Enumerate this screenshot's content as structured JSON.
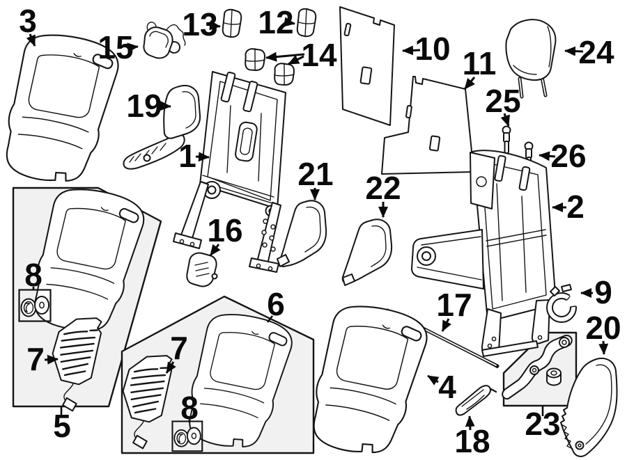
{
  "diagram": {
    "type": "exploded-parts-diagram",
    "subject": "vehicle seat back components",
    "colors": {
      "background": "#ffffff",
      "line": "#141414",
      "group_box_fill": "#f1f1f1"
    },
    "callouts": [
      {
        "n": "1"
      },
      {
        "n": "2"
      },
      {
        "n": "3"
      },
      {
        "n": "4"
      },
      {
        "n": "5"
      },
      {
        "n": "6"
      },
      {
        "n": "7"
      },
      {
        "n": "7"
      },
      {
        "n": "8"
      },
      {
        "n": "8"
      },
      {
        "n": "9"
      },
      {
        "n": "10"
      },
      {
        "n": "11"
      },
      {
        "n": "12"
      },
      {
        "n": "13"
      },
      {
        "n": "14"
      },
      {
        "n": "15"
      },
      {
        "n": "16"
      },
      {
        "n": "17"
      },
      {
        "n": "18"
      },
      {
        "n": "19"
      },
      {
        "n": "20"
      },
      {
        "n": "21"
      },
      {
        "n": "22"
      },
      {
        "n": "23"
      },
      {
        "n": "24"
      },
      {
        "n": "25"
      },
      {
        "n": "26"
      }
    ]
  }
}
